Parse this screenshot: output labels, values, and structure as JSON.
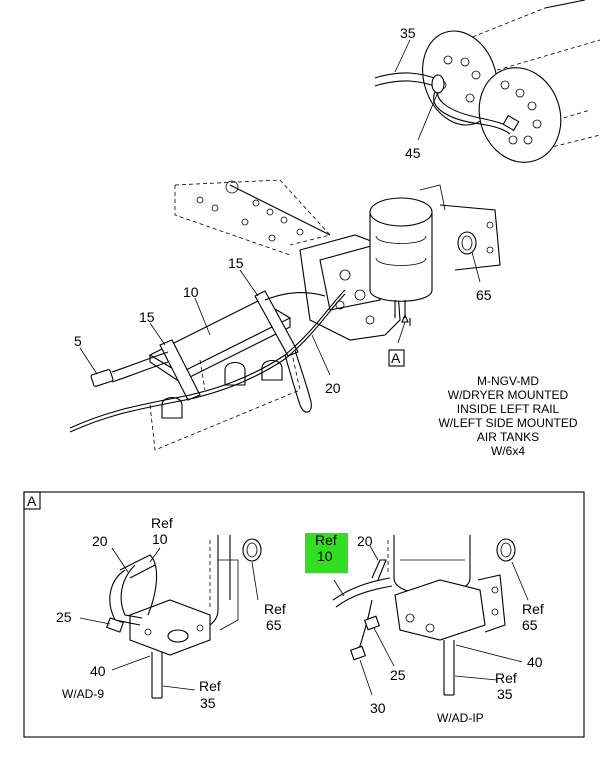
{
  "callouts": {
    "c35_top": "35",
    "c45": "45",
    "c15_upper": "15",
    "c10": "10",
    "c15_lower": "15",
    "c5": "5",
    "c65": "65",
    "c20": "20",
    "view_a_marker": "A",
    "detail_a_label": "A",
    "d20_left": "20",
    "d_ref_left": "Ref",
    "d10_left": "10",
    "d25_left": "25",
    "d_ref65_left_ref": "Ref",
    "d_ref65_left_num": "65",
    "d40_left": "40",
    "d_ref35_left_ref": "Ref",
    "d_ref35_left_num": "35",
    "d_ref10_right_ref": "Ref",
    "d_ref10_right_num": "10",
    "d20_right": "20",
    "d_ref65_right_ref": "Ref",
    "d_ref65_right_num": "65",
    "d25_right": "25",
    "d40_right": "40",
    "d_ref35_right_ref": "Ref",
    "d_ref35_right_num": "35",
    "d30_right": "30"
  },
  "notes": {
    "line1": "M-NGV-MD",
    "line2": "W/DRYER MOUNTED",
    "line3": "INSIDE LEFT RAIL",
    "line4": "W/LEFT SIDE MOUNTED",
    "line5": "AIR TANKS",
    "line6": "W/6x4"
  },
  "detail_labels": {
    "left_variant": "W/AD-9",
    "right_variant": "W/AD-IP"
  },
  "colors": {
    "highlight": "#33dd22",
    "line": "#000000"
  }
}
